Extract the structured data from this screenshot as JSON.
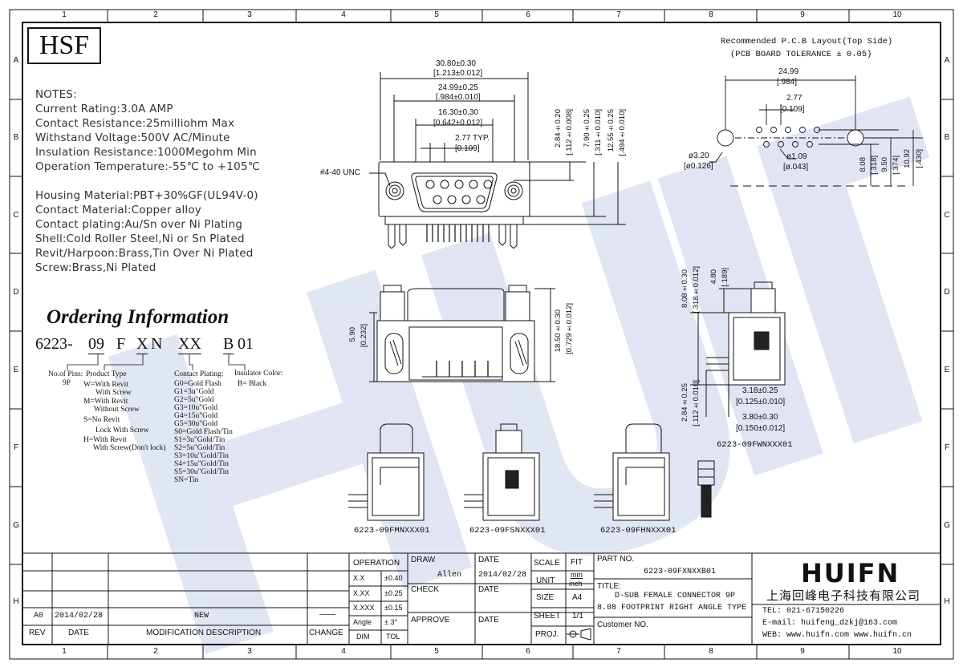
{
  "logo": "HSF",
  "columns": [
    "1",
    "2",
    "3",
    "4",
    "5",
    "6",
    "7",
    "8",
    "9",
    "10"
  ],
  "rows": [
    "A",
    "B",
    "C",
    "D",
    "E",
    "F",
    "G",
    "H"
  ],
  "notes": {
    "heading": "NOTES:",
    "lines": [
      "Current Rating:3.0A AMP",
      "Contact Resistance:25milliohm Max",
      "Withstand Voltage:500V AC/Minute",
      "Insulation Resistance:1000Megohm Min",
      "Operation Temperature:-55℃ to +105℃"
    ],
    "materials": [
      "Housing Material:PBT+30%GF(UL94V-0)",
      "Contact Material:Copper alloy",
      "Contact plating:Au/Sn over Ni Plating",
      "Shell:Cold Roller Steel,Ni or Sn Plated",
      "Revit/Harpoon:Brass,Tin Over Ni Plated",
      "Screw:Brass,Ni Plated"
    ]
  },
  "ordering": {
    "title": "Ordering Information",
    "parts": [
      "6223-",
      "09",
      "F",
      "X",
      "N",
      "XX",
      "B",
      "01"
    ],
    "pins_label": "No.of Pins:",
    "pins_value": "9P",
    "product_type_label": "Product Type",
    "product_types": [
      "W=With Revit",
      "With Screw",
      "M=With Revit",
      "Without Screw",
      "S=No Revit",
      "Lock With Screw",
      "H=With Revit",
      "With Screw(Don't lock)"
    ],
    "plating_label": "Contact Plating:",
    "platings": [
      "G0=Gold Flash",
      "G1=3u\"Gold",
      "G2=5u\"Gold",
      "G3=10u\"Gold",
      "G4=15u\"Gold",
      "G5=30u\"Gold",
      "S0=Gold Flash/Tin",
      "S1=3u\"Gold/Tin",
      "S2=5u\"Gold/Tin",
      "S3=10u\"Gold/Tin",
      "S4=15u\"Gold/Tin",
      "S5=30u\"Gold/Tin",
      "SN=Tin"
    ],
    "insulator_label": "Insulator Color:",
    "insulator_value": "B= Black"
  },
  "front_view": {
    "dim_overall": "30.80±0.30",
    "dim_overall_in": "[1.213±0.012]",
    "dim_screw": "24.99±0.25",
    "dim_screw_in": "[.984±0.010]",
    "dim_shell": "16.30±0.30",
    "dim_shell_in": "[0.642±0.012]",
    "dim_pitch": "2.77 TYP.",
    "dim_pitch_in": "[0.109]",
    "thread": "#4-40 UNC",
    "dim_v1": "2.84±0.20",
    "dim_v1_in": "[.112±0.008]",
    "dim_v2": "7.90±0.25",
    "dim_v2_in": "[.311±0.010]",
    "dim_v3": "12.55±0.25",
    "dim_v3_in": "[.494±0.010]"
  },
  "pcb": {
    "title": "Recommended P.C.B Layout(Top Side)",
    "tolerance": "(PCB BOARD TOLERANCE ± 0.05)",
    "dim_span": "24.99",
    "dim_span_in": "[.984]",
    "dim_pitch": "2.77",
    "dim_pitch_in": "[0.109]",
    "dim_hole_big": "ø3.20",
    "dim_hole_big_in": "[ø0.126]",
    "dim_hole_small": "ø1.09",
    "dim_hole_small_in": "[ø.043]",
    "dim_a": "8.08",
    "dim_a_in": "[.318]",
    "dim_b": "9.50",
    "dim_b_in": "[.374]",
    "dim_c": "10.92",
    "dim_c_in": "[.430]"
  },
  "side_view": {
    "dim_left": "5.90",
    "dim_left_in": "[0.232]",
    "dim_height": "18.50±0.30",
    "dim_height_in": "[0.729±0.012]"
  },
  "right_view": {
    "dim_a": "8.08±0.30",
    "dim_a_in": "[.318±0.012]",
    "dim_b": "4.80",
    "dim_b_in": "[.189]",
    "dim_c": "2.84±0.25",
    "dim_c_in": "[.112±0.010]",
    "dim_d": "3.18±0.25",
    "dim_d_in": "[0.125±0.010]",
    "dim_e": "3.80±0.30",
    "dim_e_in": "[0.150±0.012]",
    "label": "6223-09FWNXXX01"
  },
  "variants": [
    "6223-09FMNXXX01",
    "6223-09FSNXXX01",
    "6223-09FHNXXX01"
  ],
  "title_block": {
    "rev_row": {
      "rev": "A0",
      "date": "2014/02/28",
      "desc": "NEW",
      "change": "——"
    },
    "rev_header": "REV",
    "date_header": "DATE",
    "desc_header": "MODIFICATION  DESCRIPTION",
    "change_header": "CHANGE",
    "operation": "OPERATION",
    "tolerances": [
      {
        "k": "X.X",
        "v": "±0.40"
      },
      {
        "k": "X.XX",
        "v": "±0.25"
      },
      {
        "k": "X.XXX",
        "v": "±0.15"
      },
      {
        "k": "Angle",
        "v": "± 3°"
      },
      {
        "k": "DIM",
        "v": "TOL"
      }
    ],
    "draw": "DRAW",
    "drawer": "Allen",
    "date_label": "DATE",
    "draw_date": "2014/02/28",
    "check": "CHECK",
    "approve": "APPROVE",
    "scale": "SCALE",
    "scale_val": "FIT",
    "unit": "UNIT",
    "unit_mm": "mm",
    "unit_inch": "inch",
    "size": "SIZE",
    "size_val": "A4",
    "sheet": "SHEET",
    "sheet_val": "1/1",
    "proj": "PROJ.",
    "part_no_label": "PART NO.",
    "part_no": "6223-09FXNXXB01",
    "title_label": "TITLE:",
    "title_1": "D-SUB FEMALE CONNECTOR  9P",
    "title_2": "8.08 FOOTPRINT RIGHT ANGLE TYPE",
    "customer_label": "Customer NO.",
    "brand": "HUIFN",
    "company": "上海回峰电子科技有限公司",
    "tel": "TEL: 021-67150226",
    "email": "E-mail: huifeng_dzkj@163.com",
    "web": "WEB: www.huifn.com   www.huifn.cn"
  }
}
